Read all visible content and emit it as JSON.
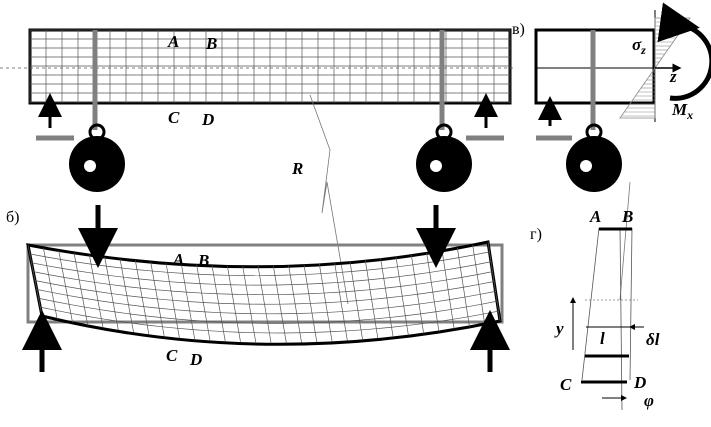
{
  "panel_labels": {
    "b": "б)",
    "v": "в)",
    "g": "г)"
  },
  "points": {
    "A": "A",
    "B": "B",
    "C": "C",
    "D": "D"
  },
  "symbols": {
    "R": "R",
    "sigma": "σ",
    "sigma_sub": "z",
    "z_axis": "z",
    "M": "M",
    "M_sub": "x",
    "y": "y",
    "l": "l",
    "delta_l": "δl",
    "phi": "φ"
  },
  "colors": {
    "ink": "#000000",
    "rod": "#808080",
    "thin": "#777777"
  }
}
